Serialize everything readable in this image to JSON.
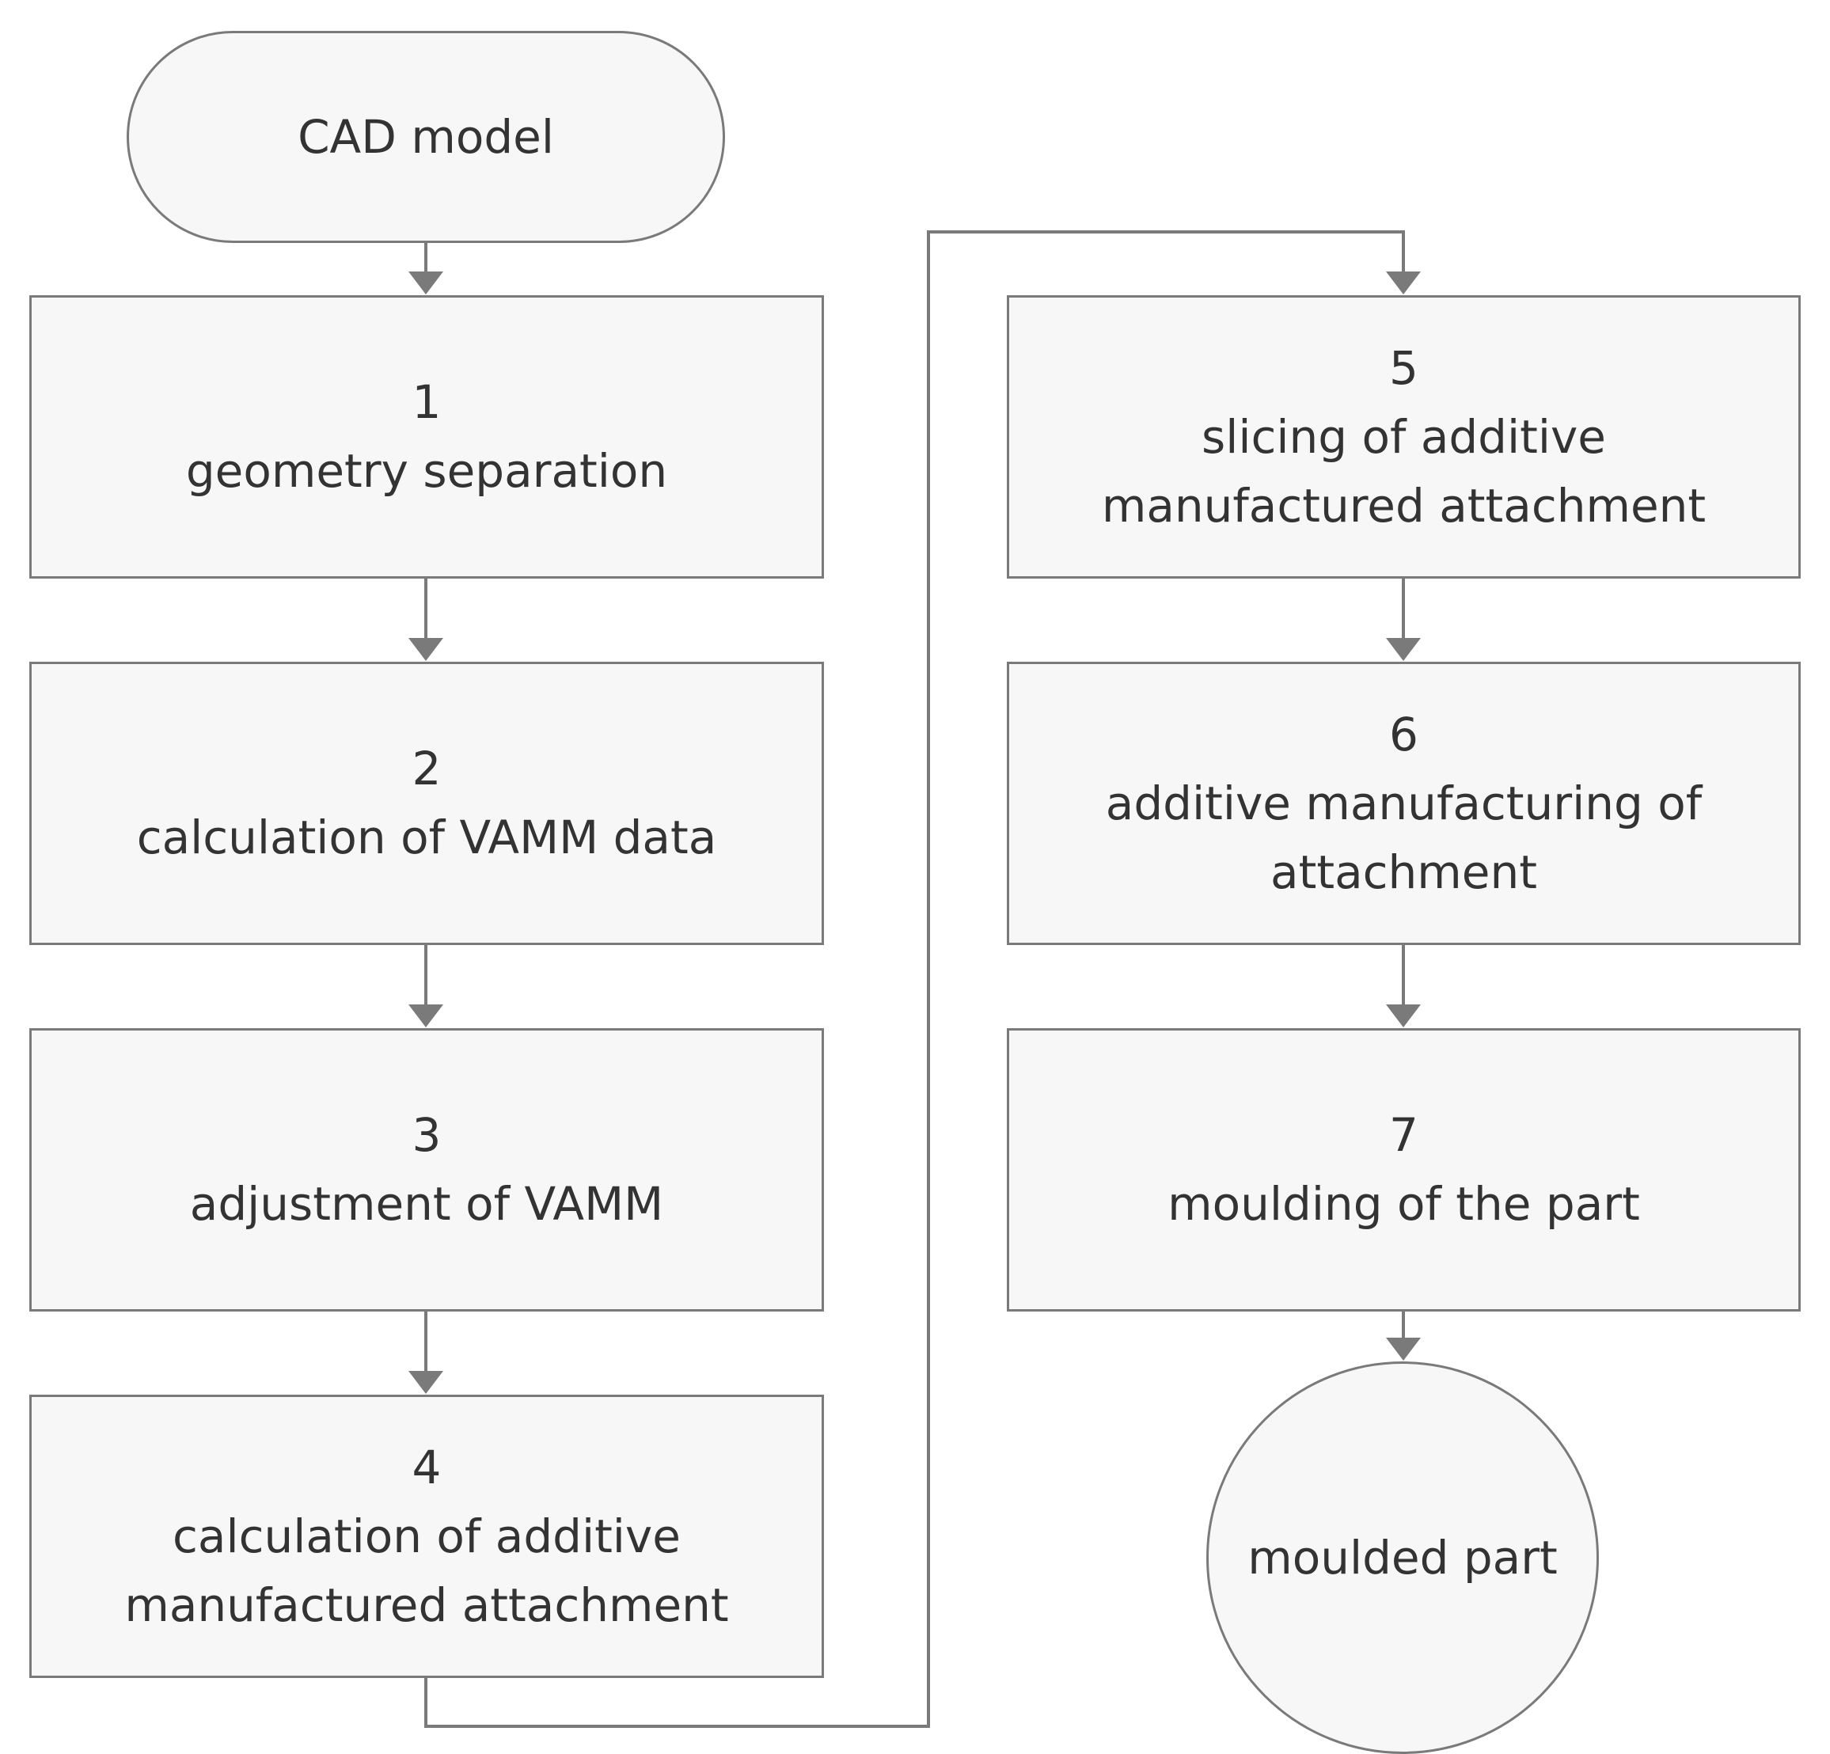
{
  "start": {
    "label": "CAD model"
  },
  "steps": [
    {
      "number": "1",
      "lines": [
        "geometry separation"
      ]
    },
    {
      "number": "2",
      "lines": [
        "calculation of VAMM data"
      ]
    },
    {
      "number": "3",
      "lines": [
        "adjustment of VAMM"
      ]
    },
    {
      "number": "4",
      "lines": [
        "calculation of additive",
        "manufactured attachment"
      ]
    },
    {
      "number": "5",
      "lines": [
        "slicing of additive",
        "manufactured attachment"
      ]
    },
    {
      "number": "6",
      "lines": [
        "additive manufacturing of",
        "attachment"
      ]
    },
    {
      "number": "7",
      "lines": [
        "moulding of the part"
      ]
    }
  ],
  "end": {
    "label": "moulded part"
  },
  "colors": {
    "node_fill": "#f7f7f7",
    "node_border": "#7a7a7a",
    "connector": "#7a7a7a",
    "text": "#333333"
  }
}
